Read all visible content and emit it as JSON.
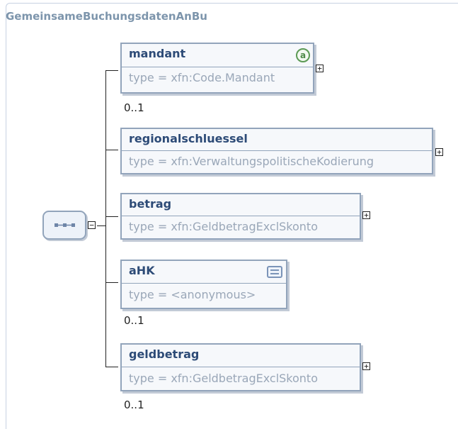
{
  "diagram": {
    "title": "GemeinsameBuchungsdatenAnBu",
    "sequence_icon": "sequence-compositor-icon",
    "elements": [
      {
        "name": "mandant",
        "type": "type = xfn:Code.Mandant",
        "occurrence": "0..1",
        "badge": "attribute-icon",
        "badge_text": "a",
        "expandable": true
      },
      {
        "name": "regionalschluessel",
        "type": "type = xfn:VerwaltungspolitischeKodierung",
        "occurrence": "",
        "expandable": true
      },
      {
        "name": "betrag",
        "type": "type = xfn:GeldbetragExclSkonto",
        "occurrence": "",
        "expandable": true
      },
      {
        "name": "aHK",
        "type": "type = <anonymous>",
        "occurrence": "0..1",
        "badge": "documentation-icon",
        "expandable": false
      },
      {
        "name": "geldbetrag",
        "type": "type = xfn:GeldbetragExclSkonto",
        "occurrence": "0..1",
        "expandable": true
      }
    ],
    "expand_symbol": "+",
    "collapse_symbol": "−"
  }
}
